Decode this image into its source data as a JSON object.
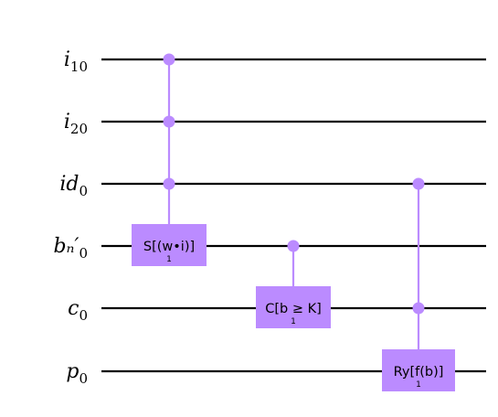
{
  "diagram": {
    "type": "quantum-circuit",
    "colors": {
      "wire": "#000000",
      "gate": "#bb8bff",
      "control": "#bb8bff",
      "background": "#ffffff"
    },
    "wires": [
      {
        "id": "q0",
        "label": "i",
        "subscript": "10"
      },
      {
        "id": "q1",
        "label": "i",
        "subscript": "20"
      },
      {
        "id": "q2",
        "label": "id",
        "subscript": "0"
      },
      {
        "id": "q3",
        "label": "bₙ′",
        "subscript": "0"
      },
      {
        "id": "q4",
        "label": "c",
        "subscript": "0"
      },
      {
        "id": "q5",
        "label": "p",
        "subscript": "0"
      }
    ],
    "gates": [
      {
        "id": "g-s",
        "label": "S[(w•i)]",
        "sublabel": "1",
        "controls": [
          "q0",
          "q1",
          "q2"
        ],
        "target": "q3"
      },
      {
        "id": "g-c",
        "label": "C[b ≥ K]",
        "sublabel": "1",
        "controls": [
          "q3"
        ],
        "target": "q4"
      },
      {
        "id": "g-ry",
        "label": "Ry[f(b)]",
        "sublabel": "1",
        "controls": [
          "q2",
          "q4"
        ],
        "target": "q5"
      }
    ]
  }
}
